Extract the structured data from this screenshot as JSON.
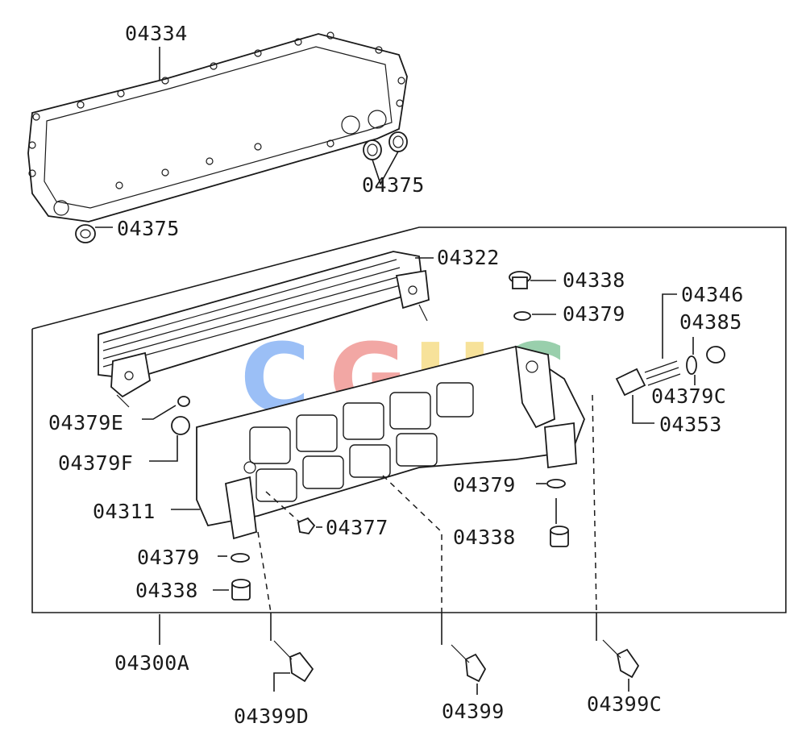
{
  "watermark": {
    "letters": [
      "C",
      "G",
      "H",
      "C"
    ],
    "colors": [
      "#4a8cf0",
      "#e8605a",
      "#f2cc48",
      "#47a86a"
    ]
  },
  "callouts": {
    "gasket": "04334",
    "seal_right": "04375",
    "seal_left": "04375",
    "cooler_element": "04322",
    "plug_top": "04338",
    "oring_top": "04379",
    "relief_spring": "04346",
    "relief_plug": "04385",
    "relief_oring": "04379C",
    "relief_valve": "04353",
    "oring_e": "04379E",
    "oring_f": "04379F",
    "cover": "04311",
    "nut": "04377",
    "oring_right": "04379",
    "plug_right": "04338",
    "oring_left": "04379",
    "plug_left": "04338",
    "assembly": "04300A",
    "bolt_d": "04399D",
    "bolt": "04399",
    "bolt_c": "04399C"
  }
}
